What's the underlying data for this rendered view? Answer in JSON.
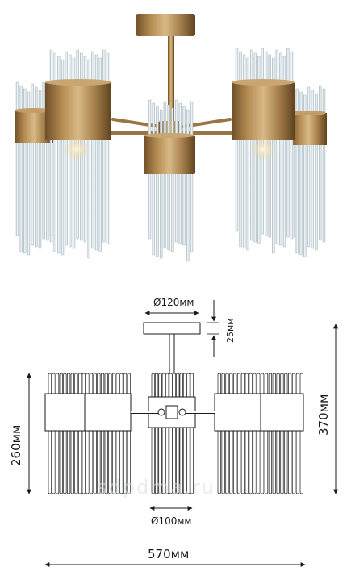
{
  "photo": {
    "metal_color": "#a57f4c",
    "metal_highlight": "#d8b985",
    "metal_shadow": "#6e4f27",
    "glass_color": "#dfe9ee"
  },
  "dimensions": {
    "canopy_diameter": "Ø120мм",
    "canopy_height": "25мм",
    "shade_height": "260мм",
    "total_height": "370мм",
    "shade_diameter": "Ø100мм",
    "total_width": "570мм"
  },
  "watermark": "sdpdma.ru"
}
